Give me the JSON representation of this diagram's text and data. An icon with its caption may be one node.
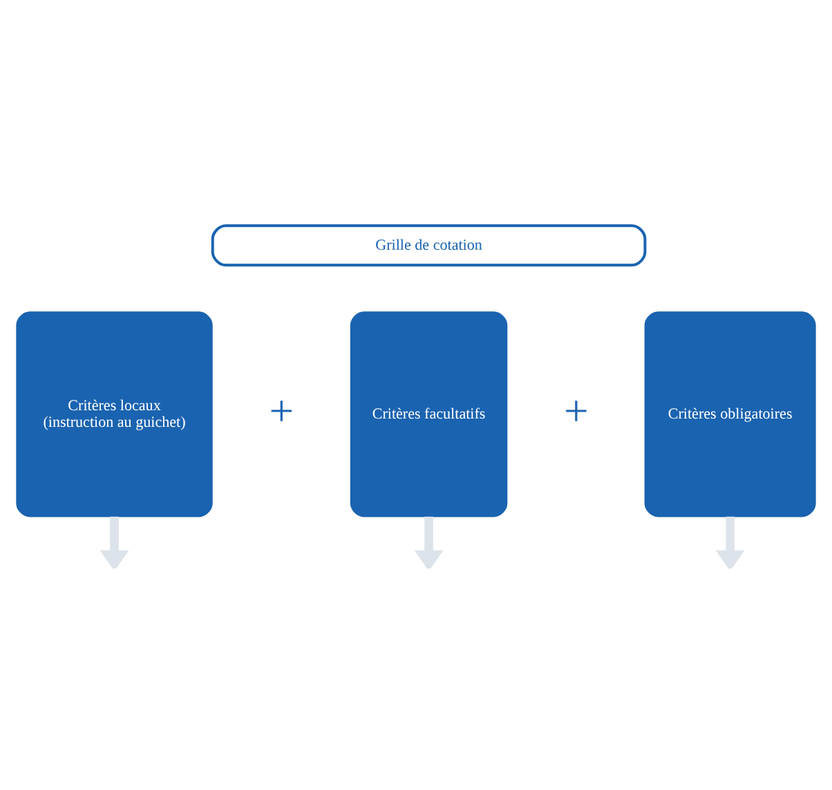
{
  "diagram": {
    "nodes": [
      {
        "text": [
          "Grille de cotation"
        ]
      },
      {
        "text": [
          "Critères locaux",
          "(instruction au guichet)"
        ]
      },
      {
        "text": [
          "Critères facultatifs"
        ]
      },
      {
        "text": [
          "Critères obligatoires"
        ]
      }
    ],
    "edges": [
      {
        "from": 1,
        "to": null,
        "arrow": "to"
      },
      {
        "from": 2,
        "to": null,
        "arrow": "to"
      },
      {
        "from": 3,
        "to": null,
        "arrow": "to"
      }
    ],
    "labels": [
      "+",
      "+"
    ]
  }
}
